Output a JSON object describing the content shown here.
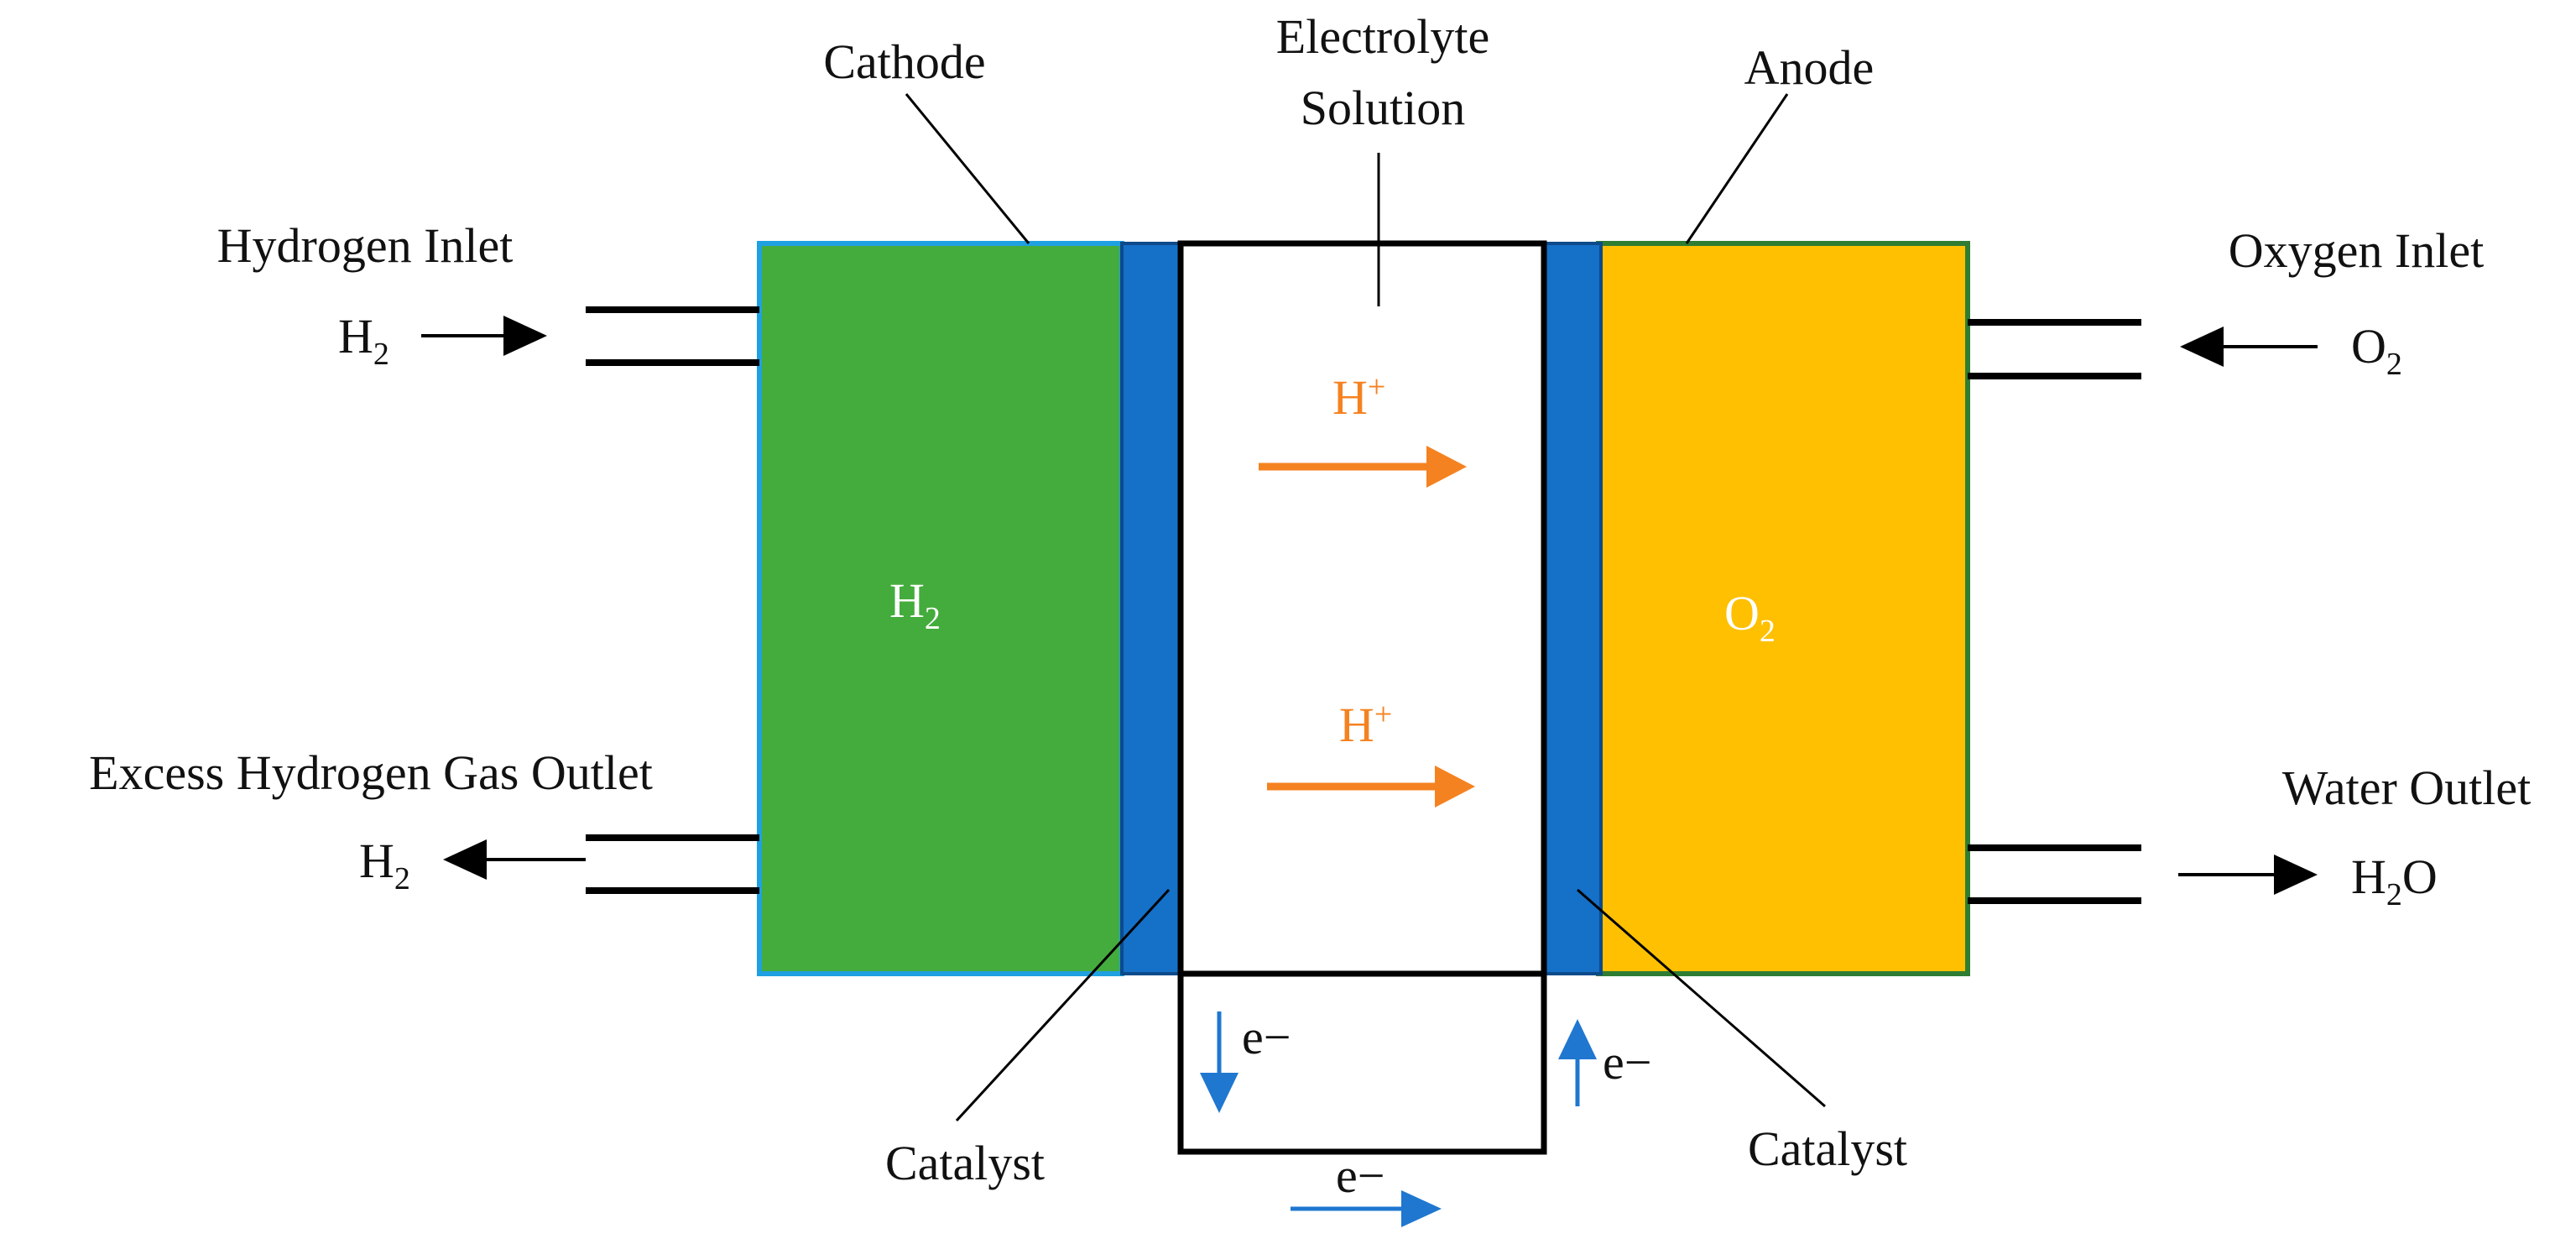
{
  "labels": {
    "cathode": "Cathode",
    "electrolyte_line1": "Electrolyte",
    "electrolyte_line2": "Solution",
    "anode": "Anode",
    "hydrogen_inlet": "Hydrogen Inlet",
    "excess_hydrogen_outlet": "Excess Hydrogen Gas Outlet",
    "oxygen_inlet": "Oxygen Inlet",
    "water_outlet": "Water Outlet",
    "catalyst_left": "Catalyst",
    "catalyst_right": "Catalyst"
  },
  "chemicals": {
    "h2_main": "H",
    "h2_sub": "2",
    "o2_main": "O",
    "o2_sub": "2",
    "h2o_pre": "H",
    "h2o_sub": "2",
    "h2o_post": "O",
    "proton_main": "H",
    "proton_sup": "+",
    "electron": "e−"
  },
  "colors": {
    "cathode_fill": "#44ac3c",
    "cathode_border": "#1fa0e0",
    "anode_fill": "#fec000",
    "anode_border": "#2f7d32",
    "catalyst": "#1570c8",
    "proton_arrow": "#f58220",
    "electron_arrow": "#1f77d0"
  }
}
